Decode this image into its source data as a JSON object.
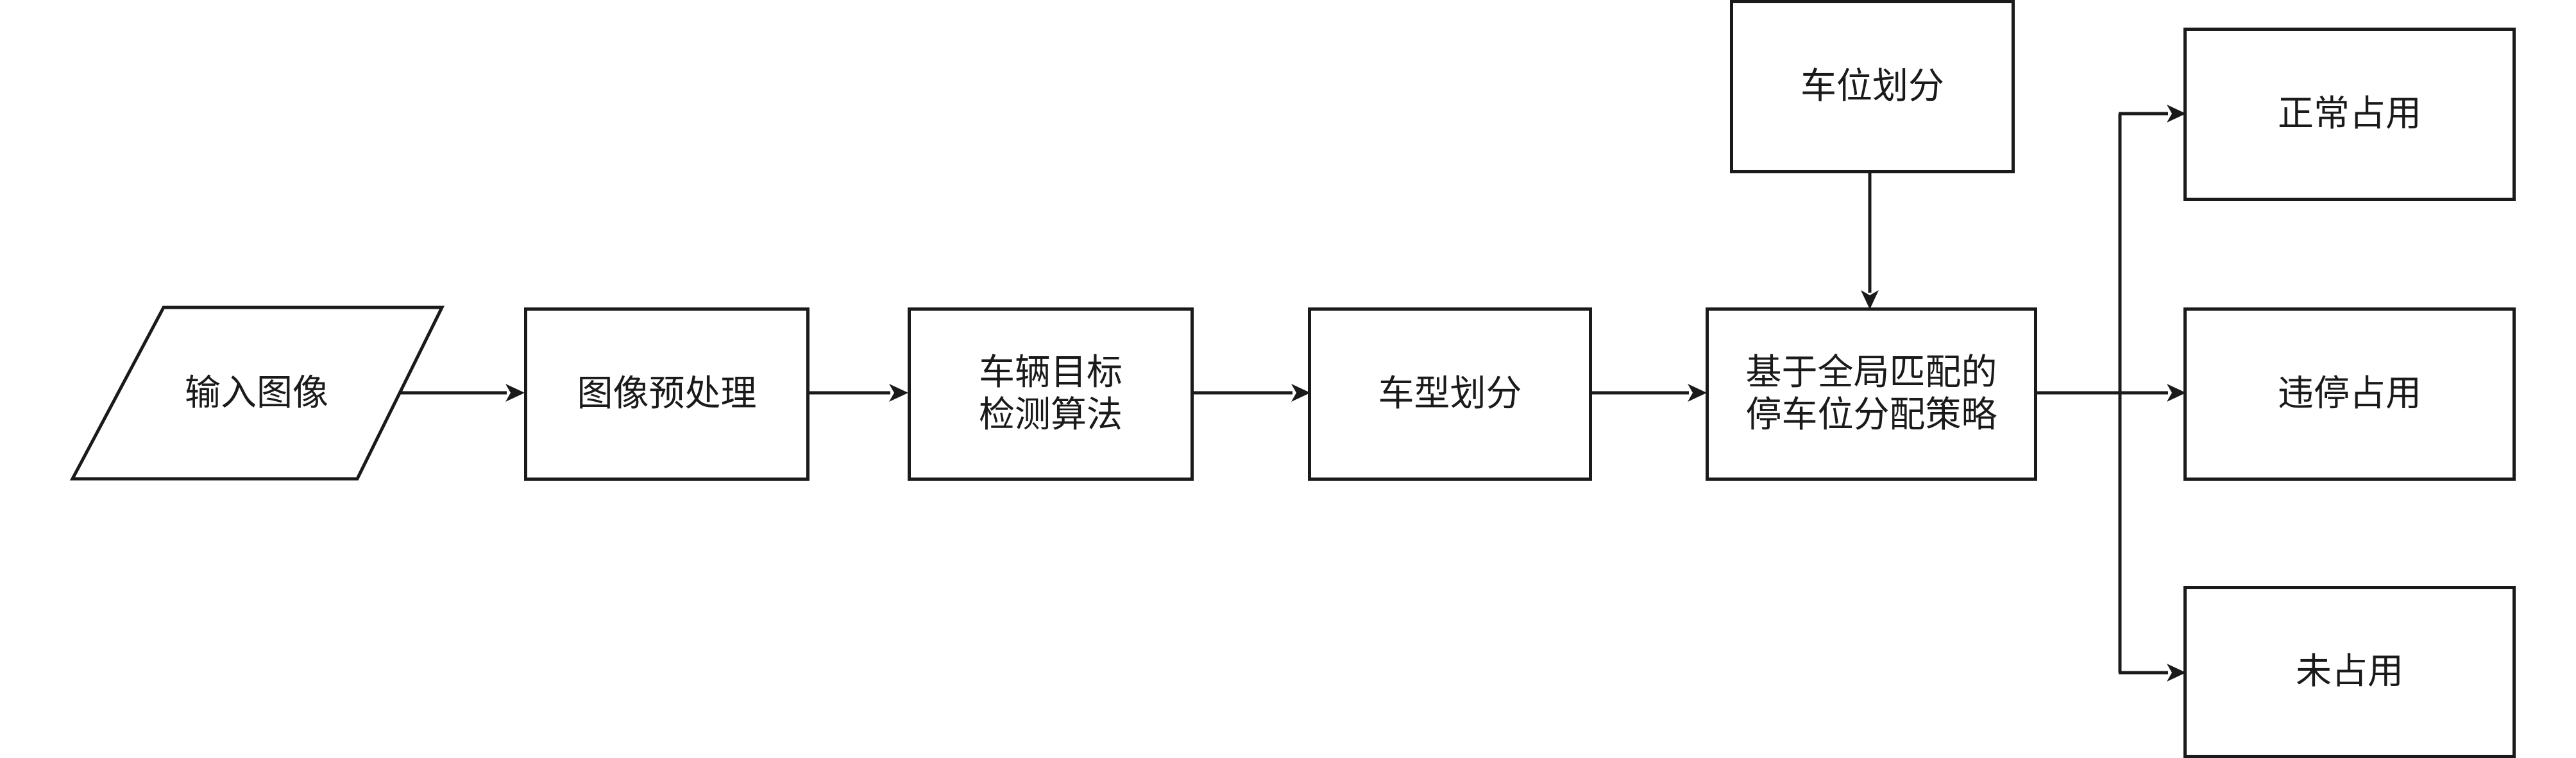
{
  "nodes": {
    "input_image": "输入图像",
    "preprocess": "图像预处理",
    "detect_line1": "车辆目标",
    "detect_line2": "检测算法",
    "vehicle_type": "车型划分",
    "slot_division": "车位划分",
    "strategy_line1": "基于全局匹配的",
    "strategy_line2": "停车位分配策略",
    "normal": "正常占用",
    "illegal": "违停占用",
    "unoccupied": "未占用"
  }
}
